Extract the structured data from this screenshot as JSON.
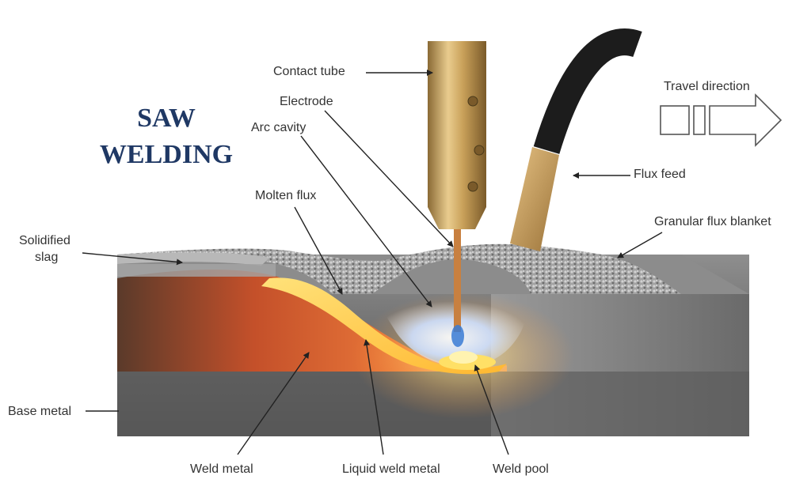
{
  "title": {
    "line1": "SAW",
    "line2": "WELDING"
  },
  "labels": {
    "contact_tube": "Contact tube",
    "electrode": "Electrode",
    "arc_cavity": "Arc cavity",
    "molten_flux": "Molten flux",
    "solidified_slag_line1": "Solidified",
    "solidified_slag_line2": "slag",
    "travel_direction": "Travel direction",
    "flux_feed": "Flux feed",
    "granular_flux_blanket": "Granular flux blanket",
    "base_metal": "Base metal",
    "weld_metal": "Weld metal",
    "liquid_weld_metal": "Liquid weld metal",
    "weld_pool": "Weld pool"
  },
  "colors": {
    "title": "#1f3864",
    "weld_metal": "#e0622a",
    "molten_flux": "#ffd54a",
    "base_metal": "#7b7b7b",
    "flux_granules": "#9a9a9a",
    "contact_tube": "#c9a15a",
    "flux_hose": "#1c1c1c"
  }
}
